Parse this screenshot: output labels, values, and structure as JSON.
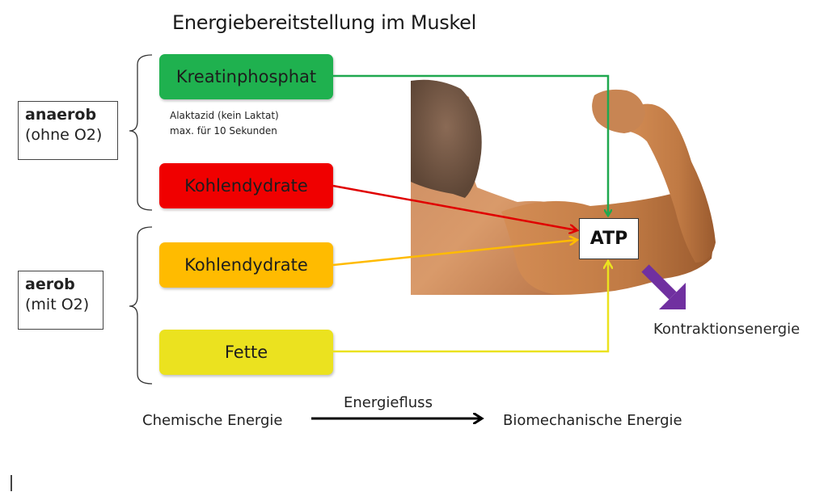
{
  "title": "Energiebereitstellung im Muskel",
  "categories": [
    {
      "label_bold": "anaerob",
      "label_sub": "(ohne O2)"
    },
    {
      "label_bold": "aerob",
      "label_sub": "(mit O2)"
    }
  ],
  "sources": [
    {
      "label": "Kreatinphosphat",
      "color": "#1fb14f",
      "group": "anaerob"
    },
    {
      "label": "Kohlendydrate",
      "color": "#f00000",
      "group": "anaerob"
    },
    {
      "label": "Kohlendydrate",
      "color": "#ffbb00",
      "group": "aerob"
    },
    {
      "label": "Fette",
      "color": "#ebe21f",
      "group": "aerob"
    }
  ],
  "note": {
    "line1": "Alaktazid (kein Laktat)",
    "line2": "max. für 10 Sekunden"
  },
  "target": {
    "label": "ATP"
  },
  "output": {
    "label": "Kontraktionsenergie",
    "color": "#7030a0"
  },
  "flow": {
    "from": "Chemische Energie",
    "label": "Energiefluss",
    "to": "Biomechanische Energie"
  },
  "image": {
    "subject": "muscular-arm-flexing-biceps"
  }
}
